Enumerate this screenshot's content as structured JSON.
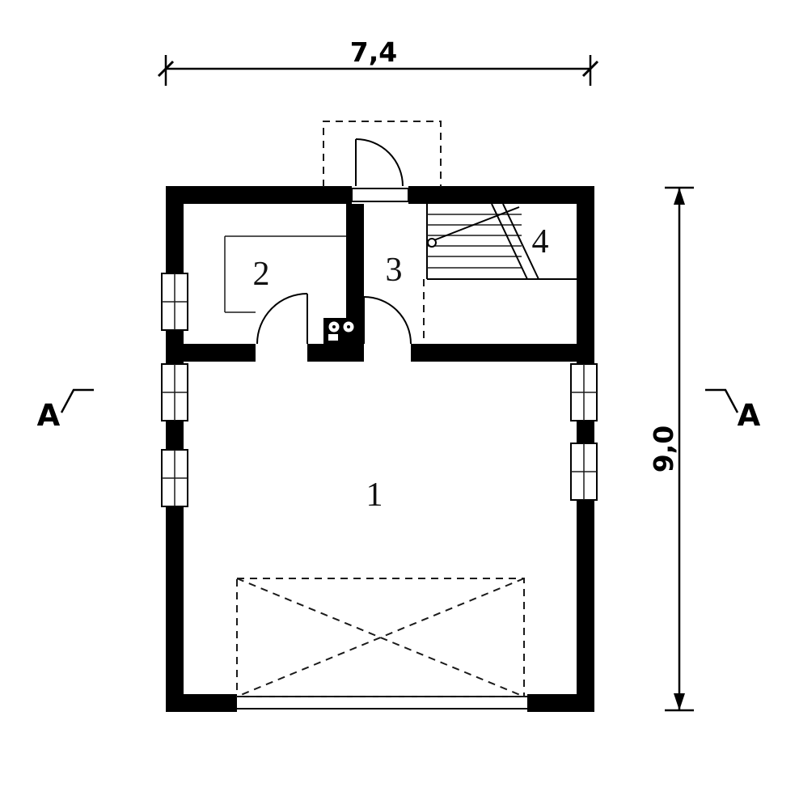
{
  "plan": {
    "title": "floor-plan",
    "dimensions": {
      "width_label": "7,4",
      "height_label": "9,0"
    },
    "section_markers": {
      "left": "A",
      "right": "A"
    },
    "rooms": [
      {
        "id": "room-1",
        "label": "1"
      },
      {
        "id": "room-2",
        "label": "2"
      },
      {
        "id": "room-3",
        "label": "3"
      },
      {
        "id": "room-4",
        "label": "4"
      }
    ],
    "colors": {
      "wall": "#000000",
      "background": "#ffffff",
      "line": "#1a1a1a"
    }
  }
}
